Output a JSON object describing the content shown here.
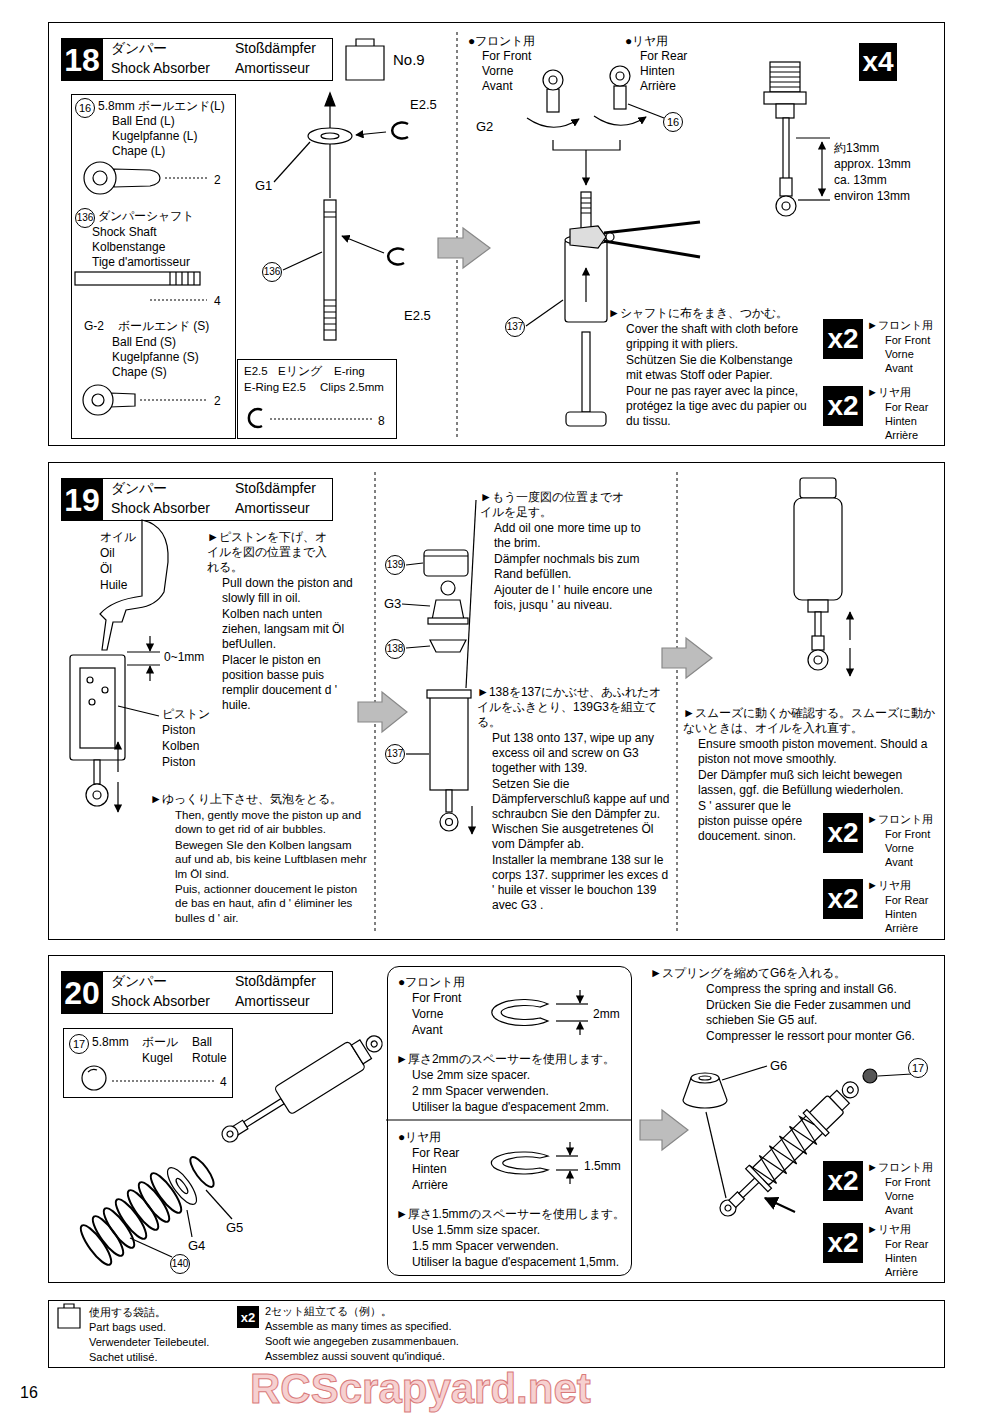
{
  "diagram": {
    "nodes": [
      {
        "text": [
          "18",
          "ダンパー",
          "Shock Absorber",
          "Stoßdämpfer",
          "Amortisseur"
        ]
      },
      {
        "text": [
          "No.9"
        ],
        "in": 0
      },
      {
        "text": [
          "16",
          "5.8mm ボールエンド(L)",
          "Ball End (L)",
          "Kugelpfanne (L)",
          "Chape (L)",
          "2",
          "136",
          "ダンパーシャフト",
          "Shock Shaft",
          "Kolbenstange",
          "Tige d'amortisseur",
          "4",
          "G-2",
          "ボールエンド (S)",
          "Ball End (S)",
          "Kugelpfanne (S)",
          "Chape (S)",
          "2"
        ],
        "in": 0
      },
      {
        "text": [
          "E2.5",
          "Eリング",
          "E-ring",
          "E-Ring E2.5",
          "Clips 2.5mm",
          "8"
        ],
        "in": 0
      },
      {
        "text": [
          "x4"
        ],
        "in": 0
      },
      {
        "text": [
          "x2",
          "►フロント用",
          "For Front",
          "Vorne",
          "Avant"
        ],
        "in": 0
      },
      {
        "text": [
          "x2",
          "►リヤ用",
          "For Rear",
          "Hinten",
          "Arrière"
        ],
        "in": 0
      },
      {
        "text": [
          "19",
          "ダンパー",
          "Shock Absorber",
          "Stoßdämpfer",
          "Amortisseur"
        ]
      },
      {
        "text": [
          "x2",
          "►フロント用",
          "For Front",
          "Vorne",
          "Avant"
        ],
        "in": 7
      },
      {
        "text": [
          "x2",
          "►リヤ用",
          "For Rear",
          "Hinten",
          "Arrière"
        ],
        "in": 7
      },
      {
        "text": [
          "20",
          "ダンパー",
          "Shock Absorber",
          "Stoßdämpfer",
          "Amortisseur"
        ]
      },
      {
        "text": [
          "17",
          "5.8mm",
          "ボール",
          "Ball",
          "Kugel",
          "Rotule",
          "4"
        ],
        "in": 10
      },
      {
        "text": [
          "●フロント用",
          "For Front",
          "Vorne",
          "Avant",
          "2mm",
          "►厚さ2mmのスペーサーを使用します。",
          "Use 2mm size spacer.",
          "2 mm Spacer verwenden.",
          "Utiliser la bague d'espacement 2mm.",
          "●リヤ用",
          "For Rear",
          "Hinten",
          "Arrière",
          "1.5mm",
          "►厚さ1.5mmのスペーサーを使用します。",
          "Use 1.5mm size spacer.",
          "1.5 mm Spacer verwenden.",
          "Utiliser la bague d'espacement 1,5mm."
        ],
        "in": 10
      },
      {
        "text": [
          "x2",
          "►フロント用",
          "For Front",
          "Vorne",
          "Avant"
        ],
        "in": 10
      },
      {
        "text": [
          "x2",
          "►リヤ用",
          "For Rear",
          "Hinten",
          "Arrière"
        ],
        "in": 10
      },
      {
        "text": [
          "使用する袋詰。",
          "Part bags used.",
          "Verwendeter Teilebeutel.",
          "Sachet utilisé.",
          "x2",
          "2セット組立てる（例）。",
          "Assemble as many times as specified.",
          "Sooft wie angegeben zusammenbauen.",
          "Assemblez aussi souvent qu'indiqué."
        ]
      }
    ],
    "labels": [
      "E2.5",
      "G1",
      "136",
      "E2.5",
      "●フロント用",
      "For Front",
      "Vorne",
      "Avant",
      "●リヤ用",
      "For Rear",
      "Hinten",
      "Arrière",
      "G2",
      "16",
      "137",
      "►シャフトに布をまき、つかむ。",
      "Cover the shaft with cloth before gripping it with pliers.",
      "Schützen Sie die Kolbenstange mit etwas Stoff oder Papier.",
      "Pour ne pas rayer avec la pince, protégez la tige avec du papier ou du tissu.",
      "約13mm",
      "approx. 13mm",
      "ca. 13mm",
      "environ 13mm",
      "オイル",
      "Oil",
      "Öl",
      "Huile",
      "►ピストンを下げ、オイルを図の位置まで入れる。",
      "Pull down the piston and slowly fill in oil.",
      "Kolben nach unten ziehen, langsam mit Öl befUullen.",
      "Placer le piston en position basse puis remplir doucement d ' huile.",
      "0~1mm",
      "ピストン",
      "Piston",
      "Kolben",
      "Piston",
      "►ゆっくり上下させ、気泡をとる。",
      "Then, gently move the piston up and down to get rid of air bubbles.",
      "Bewegen SIe den Kolben langsam auf und ab, bis keine Luftblasen mehr lm Öl sind.",
      "Puis, actionner doucement le piston de bas en haut, afin d ' éliminer les bulles d ' air.",
      "139",
      "G3",
      "138",
      "137",
      "►もう一度図の位置までオイルを足す。",
      "Add oil one more time up to the brim.",
      "Dämpfer nochmals bis zum Rand befüllen.",
      "Ajouter de l ' huile encore une fois, jusqu ' au niveau.",
      "►138を137にかぶせ、あふれたオイルをふきとり、139G3を組立てる。",
      "Put 138 onto 137, wipe up any excess oil and screw on G3 together with 139.",
      "Setzen Sie die Dämpferverschluß kappe auf und schraubcn Sie den Dämpfer zu. Wischen Sie ausgetretenes Öl vom Dämpfer ab.",
      "Installer la membrane 138 sur le corps 137. supprimer les exces d ' huile et visser le bouchon 139 avec G3 .",
      "►スムーズに動くか確認する。スムーズに動かないときは、オイルを入れ直す。",
      "Ensure smooth piston movement. Should a piston not move smoothly.",
      "Der Dämpfer muß sich leicht bewegen lassen, ggf. die Befüllung wiederholen.",
      "S ' assurer que le piston puisse opére doucement. sinon.",
      "G5",
      "G4",
      "140",
      "►スプリングを縮めてG6を入れる。",
      "Compress the spring and install G6.",
      "Drücken Sie die Feder zusammen und schieben Sie G5 auf.",
      "Compresser le ressort pour monter G6.",
      "G6",
      "17",
      "16",
      "RCScrapyard.net"
    ]
  }
}
